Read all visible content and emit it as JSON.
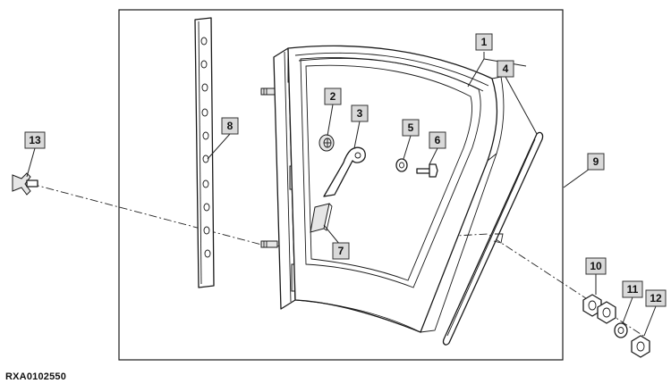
{
  "figure": {
    "reference_code": "RXA0102550"
  },
  "callouts": {
    "c1": "1",
    "c2": "2",
    "c3": "3",
    "c4": "4",
    "c5": "5",
    "c6": "6",
    "c7": "7",
    "c8": "8",
    "c9": "9",
    "c10": "10",
    "c11": "11",
    "c12": "12",
    "c13": "13"
  },
  "colors": {
    "line": "#1a1a1a",
    "callout_fill": "#d9d9d9",
    "background": "#ffffff"
  }
}
